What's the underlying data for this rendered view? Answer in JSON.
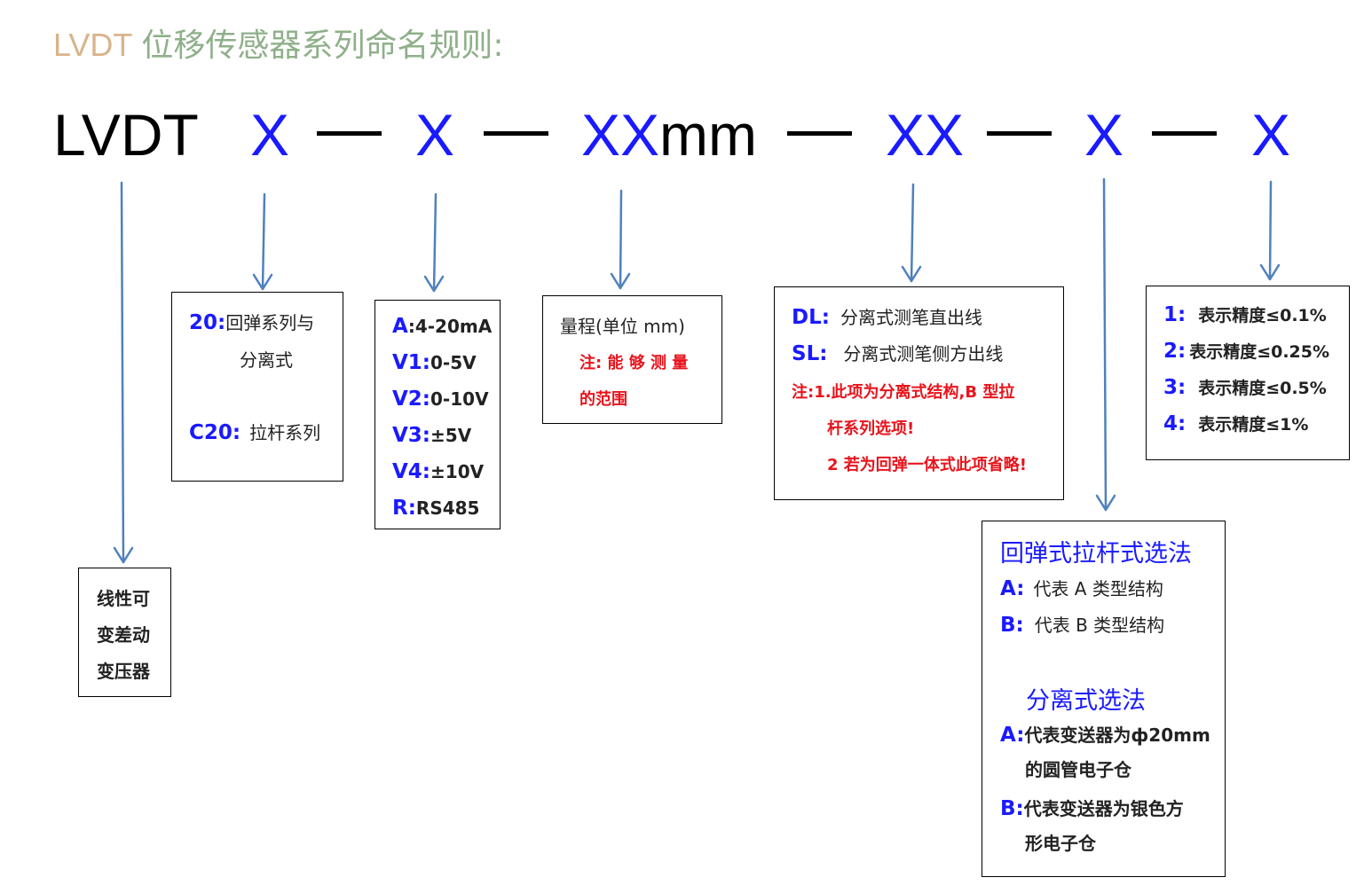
{
  "title": {
    "prefix": "LVDT",
    "rest": "位移传感器系列命名规则:",
    "colors": {
      "prefix": "#d9b48c",
      "rest": "#8fb08a",
      "colon": "#6f9e6a"
    }
  },
  "model_code": {
    "lvdt": "LVDT",
    "seg1": "X",
    "seg2": "X",
    "seg3_x": "XX",
    "seg3_unit": "mm",
    "seg4": "XX",
    "seg5": "X",
    "seg6": "X"
  },
  "boxes": {
    "lvdt": {
      "l1": "线性可",
      "l2": "变差动",
      "l3": "变压器"
    },
    "series": {
      "k1": "20:",
      "t1": "回弹系列与",
      "t1b": "分离式",
      "k2": "C20:",
      "t2": "拉杆系列"
    },
    "output": {
      "items": [
        {
          "key": "A",
          "sep": ":",
          "val": "4-20mA"
        },
        {
          "key": "V1:",
          "sep": "",
          "val": "0-5V"
        },
        {
          "key": "V2:",
          "sep": "",
          "val": "0-10V"
        },
        {
          "key": "V3:",
          "sep": "",
          "val": "±5V"
        },
        {
          "key": "V4:",
          "sep": "",
          "val": "±10V"
        },
        {
          "key": "R:",
          "sep": "",
          "val": "RS485"
        }
      ]
    },
    "range": {
      "l1": "量程(单位 mm)",
      "note1": "注: 能 够 测 量",
      "note2": "的范围"
    },
    "outlet": {
      "k1": "DL:",
      "t1": "分离式测笔直出线",
      "k2": "SL:",
      "t2": "分离式测笔侧方出线",
      "n1": "注:1.此项为分离式结构,B 型拉",
      "n2": "杆系列选项!",
      "n3": "2 若为回弹一体式此项省略!"
    },
    "accuracy": {
      "items": [
        {
          "key": "1:",
          "val": "表示精度≤0.1%"
        },
        {
          "key": "2:",
          "val": "表示精度≤0.25%"
        },
        {
          "key": "3:",
          "val": "表示精度≤0.5%"
        },
        {
          "key": "4:",
          "val": "表示精度≤1%"
        }
      ]
    },
    "structure": {
      "h1": "回弹式拉杆式选法",
      "a1k": "A:",
      "a1": "代表 A 类型结构",
      "b1k": "B:",
      "b1": "代表 B 类型结构",
      "h2": "分离式选法",
      "a2k": "A:",
      "a2": "代表变送器为ф20mm",
      "a2b": "的圆管电子仓",
      "b2k": "B:",
      "b2": "代表变送器为银色方",
      "b2b": "形电子仓"
    }
  },
  "colors": {
    "arrow": "#4f81bd",
    "blue": "#1a1aff",
    "red": "#e8141c"
  }
}
